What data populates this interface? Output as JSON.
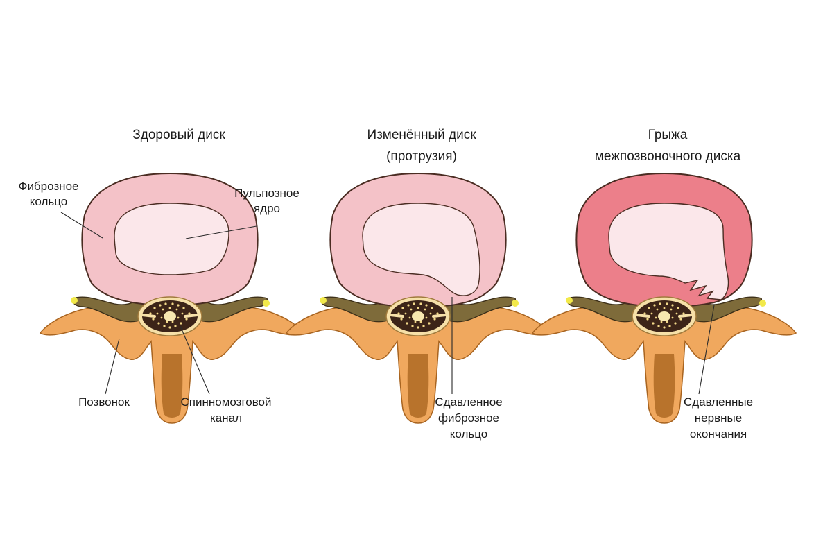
{
  "colors": {
    "ring_healthy": "#f4c2c8",
    "ring_herniated": "#ec7f8a",
    "ring_outline": "#4a2c22",
    "nucleus": "#fbe7ea",
    "vertebra": "#f0a85e",
    "vertebra_dark": "#b8732c",
    "ligament": "#7e6b3a",
    "canal": "#3c2418",
    "nerve_tip": "#f2e94a"
  },
  "panels": [
    {
      "id": "healthy",
      "title_lines": [
        "Здоровый диск"
      ],
      "labels": {
        "fibrous_ring": [
          "Фиброзное",
          "кольцо"
        ],
        "nucleus": [
          "Пульпозное",
          "ядро"
        ],
        "vertebra": [
          "Позвонок"
        ],
        "spinal_canal": [
          "Спинномозговой",
          "канал"
        ]
      }
    },
    {
      "id": "protrusion",
      "title_lines": [
        "Изменённый диск",
        "(протрузия)"
      ],
      "labels": {
        "compressed_ring": [
          "Сдавленное",
          "фиброзное",
          "кольцо"
        ]
      }
    },
    {
      "id": "herniation",
      "title_lines": [
        "Грыжа",
        "межпозвоночного диска"
      ],
      "labels": {
        "compressed_nerves": [
          "Сдавленные",
          "нервные",
          "окончания"
        ]
      }
    }
  ]
}
